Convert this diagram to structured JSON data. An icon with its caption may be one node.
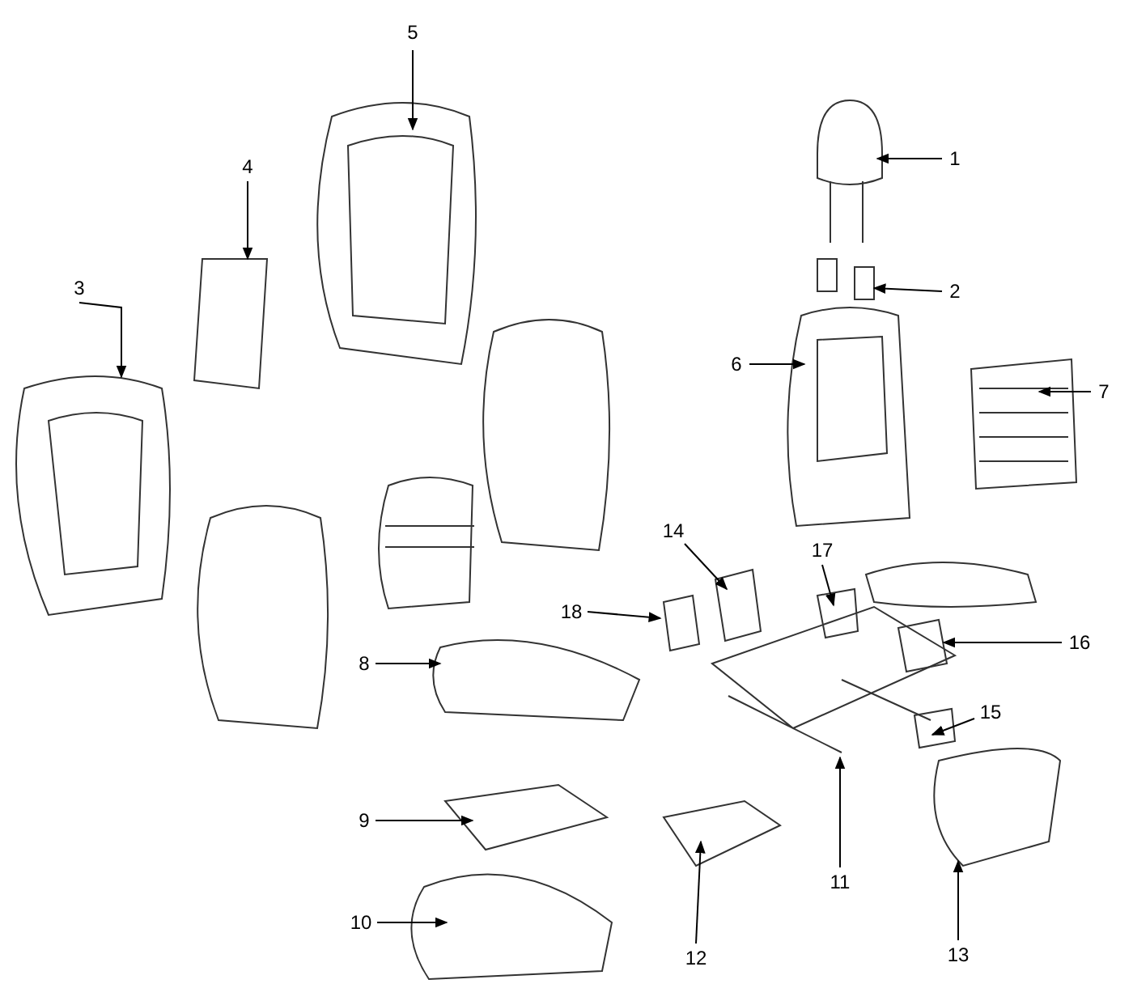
{
  "diagram": {
    "nodes": [
      {
        "text": [
          "5"
        ]
      },
      {
        "text": [
          "1"
        ]
      },
      {
        "text": [
          "4"
        ]
      },
      {
        "text": [
          "3"
        ]
      },
      {
        "text": [
          "2"
        ]
      },
      {
        "text": [
          "6"
        ]
      },
      {
        "text": [
          "7"
        ]
      },
      {
        "text": [
          "14"
        ]
      },
      {
        "text": [
          "17"
        ]
      },
      {
        "text": [
          "18"
        ]
      },
      {
        "text": [
          "16"
        ]
      },
      {
        "text": [
          "8"
        ]
      },
      {
        "text": [
          "15"
        ]
      },
      {
        "text": [
          "9"
        ]
      },
      {
        "text": [
          "11"
        ]
      },
      {
        "text": [
          "10"
        ]
      },
      {
        "text": [
          "12"
        ]
      },
      {
        "text": [
          "13"
        ]
      }
    ],
    "edges": [
      {
        "from": 0,
        "to": null,
        "arrow": "to"
      },
      {
        "from": 1,
        "to": null,
        "arrow": "to"
      },
      {
        "from": 2,
        "to": null,
        "arrow": "to"
      },
      {
        "from": 3,
        "to": null,
        "arrow": "to"
      },
      {
        "from": 4,
        "to": null,
        "arrow": "to"
      },
      {
        "from": 5,
        "to": null,
        "arrow": "to"
      },
      {
        "from": 6,
        "to": null,
        "arrow": "to"
      },
      {
        "from": 7,
        "to": null,
        "arrow": "to"
      },
      {
        "from": 8,
        "to": null,
        "arrow": "to"
      },
      {
        "from": 9,
        "to": null,
        "arrow": "to"
      },
      {
        "from": 10,
        "to": null,
        "arrow": "to"
      },
      {
        "from": 11,
        "to": null,
        "arrow": "to"
      },
      {
        "from": 12,
        "to": null,
        "arrow": "to"
      },
      {
        "from": 13,
        "to": null,
        "arrow": "to"
      },
      {
        "from": 14,
        "to": null,
        "arrow": "to"
      },
      {
        "from": 15,
        "to": null,
        "arrow": "to"
      },
      {
        "from": 16,
        "to": null,
        "arrow": "to"
      },
      {
        "from": 17,
        "to": null,
        "arrow": "to"
      }
    ]
  }
}
